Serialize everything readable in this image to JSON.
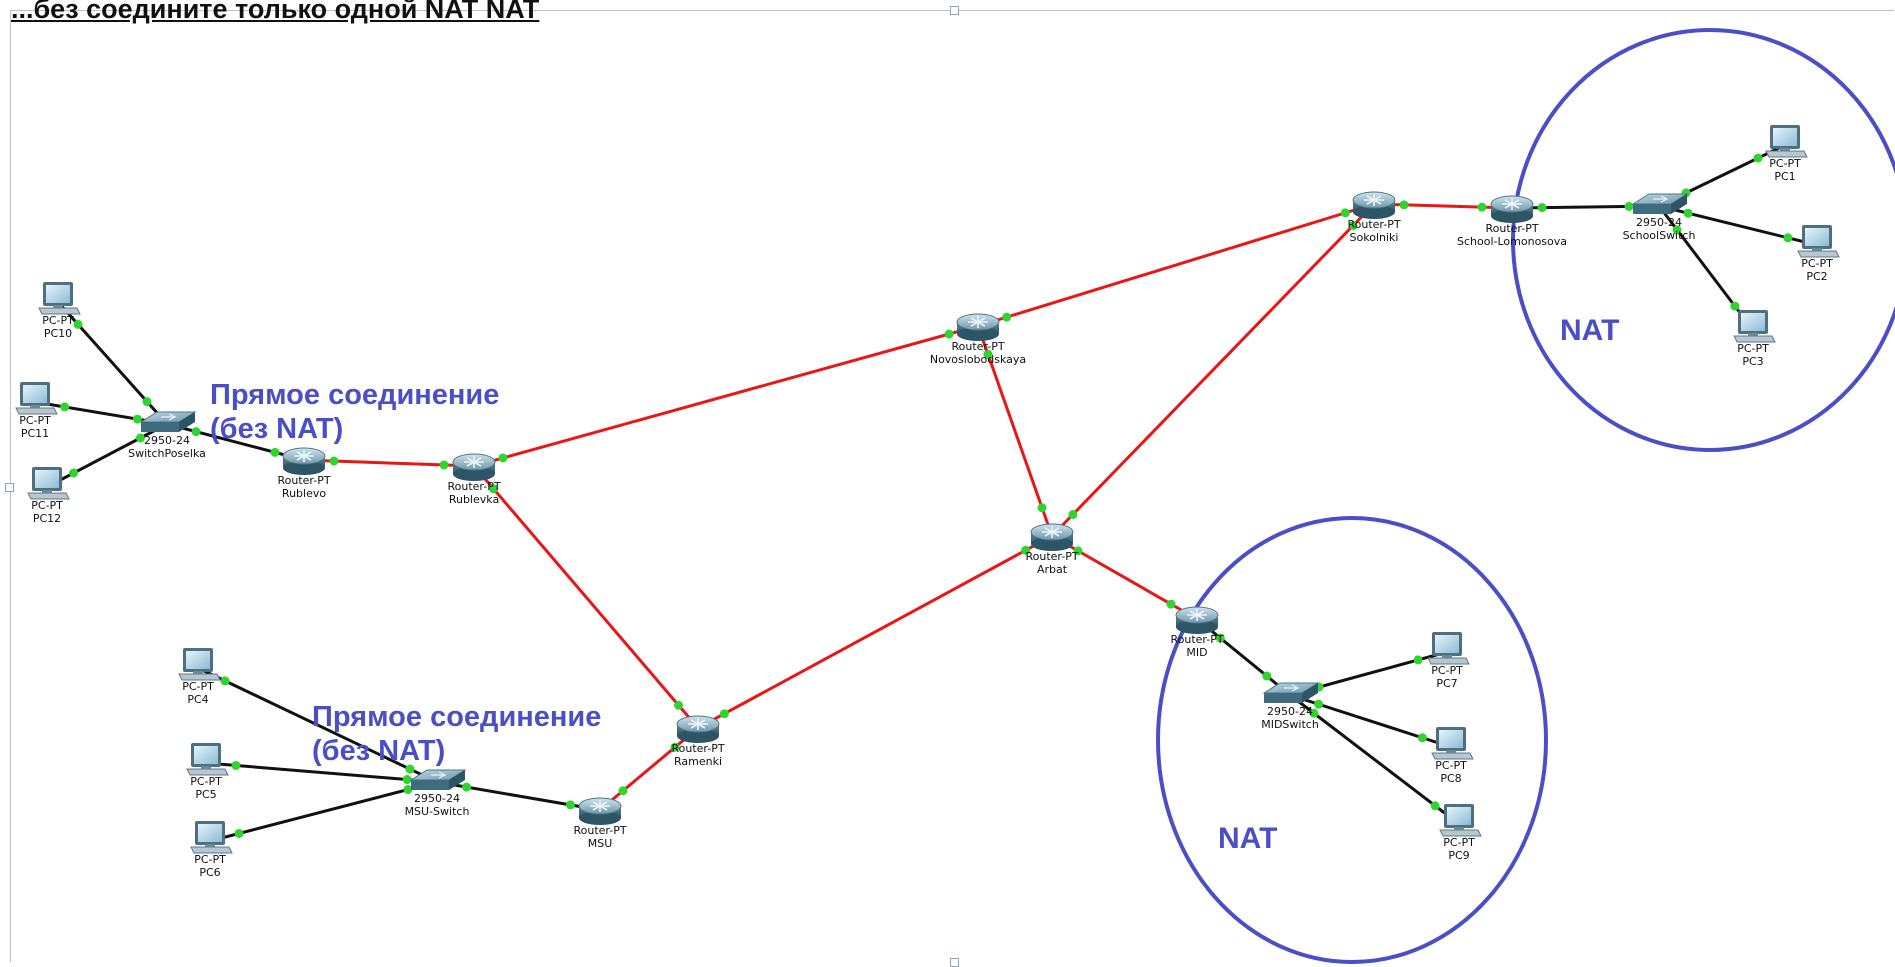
{
  "header": {
    "title": "...без соедините только одной NAT NAT"
  },
  "annotations": {
    "direct_top": [
      "Прямое соединение",
      "(без NAT)"
    ],
    "direct_bottom": [
      "Прямое соединение",
      "(без NAT)"
    ],
    "nat_right_top": "NAT",
    "nat_right_bottom": "NAT"
  },
  "colors": {
    "router_link": "#e81616",
    "switch_link": "#111111",
    "endpoint": "#2fd42f",
    "annotation": "#4a4fc6"
  },
  "icons": {
    "router": "router-icon",
    "switch": "switch-icon",
    "pc": "pc-icon"
  },
  "devices": [
    {
      "id": "pc10",
      "type": "pc",
      "model": "PC-PT",
      "name": "PC10"
    },
    {
      "id": "pc11",
      "type": "pc",
      "model": "PC-PT",
      "name": "PC11"
    },
    {
      "id": "pc12",
      "type": "pc",
      "model": "PC-PT",
      "name": "PC12"
    },
    {
      "id": "swp",
      "type": "switch",
      "model": "2950-24",
      "name": "SwitchPoselka"
    },
    {
      "id": "rublevo",
      "type": "router",
      "model": "Router-PT",
      "name": "Rublevo"
    },
    {
      "id": "rublevka",
      "type": "router",
      "model": "Router-PT",
      "name": "Rublevka"
    },
    {
      "id": "novo",
      "type": "router",
      "model": "Router-PT",
      "name": "Novoslobodskaya"
    },
    {
      "id": "sokolniki",
      "type": "router",
      "model": "Router-PT",
      "name": "Sokolniki"
    },
    {
      "id": "school",
      "type": "router",
      "model": "Router-PT",
      "name": "School-Lomonosova"
    },
    {
      "id": "schoolsw",
      "type": "switch",
      "model": "2950-24",
      "name": "SchoolSwitch"
    },
    {
      "id": "pc1",
      "type": "pc",
      "model": "PC-PT",
      "name": "PC1"
    },
    {
      "id": "pc2",
      "type": "pc",
      "model": "PC-PT",
      "name": "PC2"
    },
    {
      "id": "pc3",
      "type": "pc",
      "model": "PC-PT",
      "name": "PC3"
    },
    {
      "id": "arbat",
      "type": "router",
      "model": "Router-PT",
      "name": "Arbat"
    },
    {
      "id": "mid",
      "type": "router",
      "model": "Router-PT",
      "name": "MID"
    },
    {
      "id": "midsw",
      "type": "switch",
      "model": "2950-24",
      "name": "MIDSwitch"
    },
    {
      "id": "pc7",
      "type": "pc",
      "model": "PC-PT",
      "name": "PC7"
    },
    {
      "id": "pc8",
      "type": "pc",
      "model": "PC-PT",
      "name": "PC8"
    },
    {
      "id": "pc9",
      "type": "pc",
      "model": "PC-PT",
      "name": "PC9"
    },
    {
      "id": "ramenki",
      "type": "router",
      "model": "Router-PT",
      "name": "Ramenki"
    },
    {
      "id": "msu",
      "type": "router",
      "model": "Router-PT",
      "name": "MSU"
    },
    {
      "id": "msusw",
      "type": "switch",
      "model": "2950-24",
      "name": "MSU-Switch"
    },
    {
      "id": "pc4",
      "type": "pc",
      "model": "PC-PT",
      "name": "PC4"
    },
    {
      "id": "pc5",
      "type": "pc",
      "model": "PC-PT",
      "name": "PC5"
    },
    {
      "id": "pc6",
      "type": "pc",
      "model": "PC-PT",
      "name": "PC6"
    }
  ],
  "links": [
    {
      "from": "pc10",
      "to": "swp",
      "kind": "switch"
    },
    {
      "from": "pc11",
      "to": "swp",
      "kind": "switch"
    },
    {
      "from": "pc12",
      "to": "swp",
      "kind": "switch"
    },
    {
      "from": "swp",
      "to": "rublevo",
      "kind": "switch"
    },
    {
      "from": "rublevo",
      "to": "rublevka",
      "kind": "router"
    },
    {
      "from": "rublevka",
      "to": "novo",
      "kind": "router"
    },
    {
      "from": "rublevka",
      "to": "ramenki",
      "kind": "router"
    },
    {
      "from": "novo",
      "to": "sokolniki",
      "kind": "router"
    },
    {
      "from": "novo",
      "to": "arbat",
      "kind": "router"
    },
    {
      "from": "sokolniki",
      "to": "arbat",
      "kind": "router"
    },
    {
      "from": "sokolniki",
      "to": "school",
      "kind": "router"
    },
    {
      "from": "school",
      "to": "schoolsw",
      "kind": "switch"
    },
    {
      "from": "schoolsw",
      "to": "pc1",
      "kind": "switch"
    },
    {
      "from": "schoolsw",
      "to": "pc2",
      "kind": "switch"
    },
    {
      "from": "schoolsw",
      "to": "pc3",
      "kind": "switch"
    },
    {
      "from": "arbat",
      "to": "ramenki",
      "kind": "router"
    },
    {
      "from": "arbat",
      "to": "mid",
      "kind": "router"
    },
    {
      "from": "mid",
      "to": "midsw",
      "kind": "switch"
    },
    {
      "from": "midsw",
      "to": "pc7",
      "kind": "switch"
    },
    {
      "from": "midsw",
      "to": "pc8",
      "kind": "switch"
    },
    {
      "from": "midsw",
      "to": "pc9",
      "kind": "switch"
    },
    {
      "from": "ramenki",
      "to": "msu",
      "kind": "router"
    },
    {
      "from": "msu",
      "to": "msusw",
      "kind": "switch"
    },
    {
      "from": "msusw",
      "to": "pc4",
      "kind": "switch"
    },
    {
      "from": "msusw",
      "to": "pc5",
      "kind": "switch"
    },
    {
      "from": "msusw",
      "to": "pc6",
      "kind": "switch"
    }
  ]
}
